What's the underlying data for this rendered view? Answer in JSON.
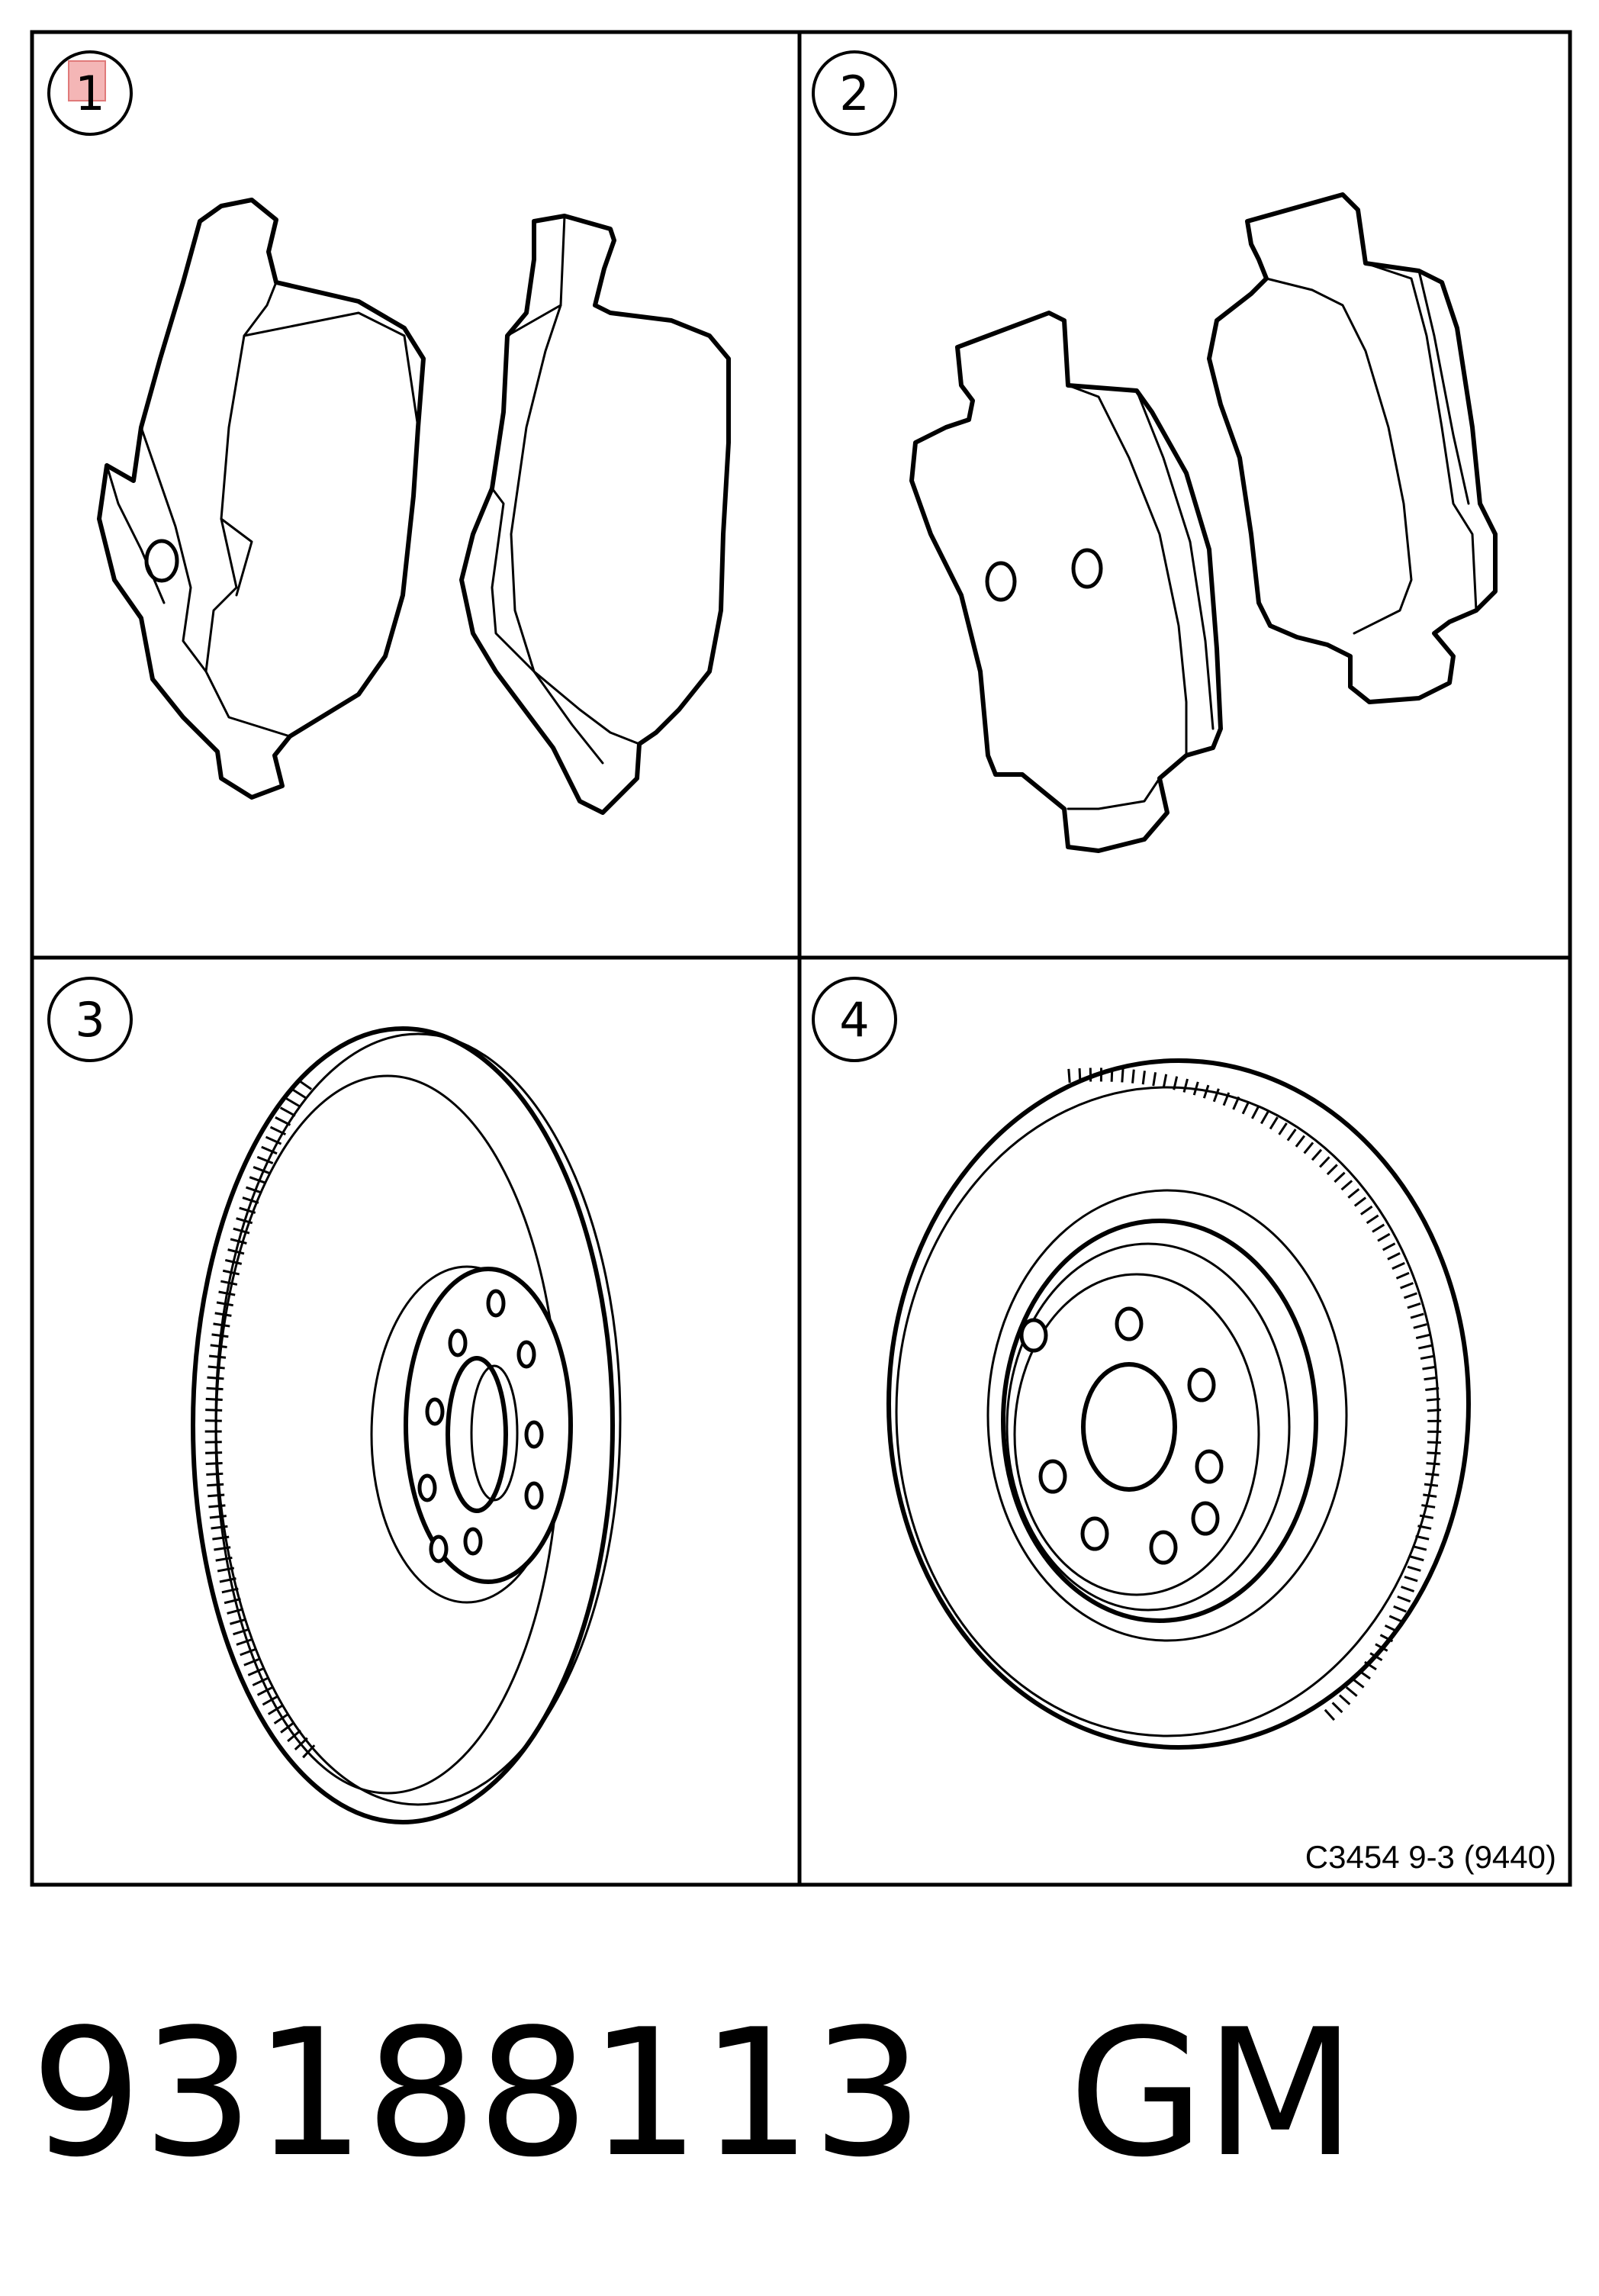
{
  "diagram": {
    "callouts": [
      {
        "number": "1",
        "subject": "front-brake-pads"
      },
      {
        "number": "2",
        "subject": "rear-brake-pads"
      },
      {
        "number": "3",
        "subject": "front-brake-disc"
      },
      {
        "number": "4",
        "subject": "rear-brake-disc"
      }
    ],
    "reference_code": "C3454 9-3 (9440)",
    "colors": {
      "line": "#000000",
      "background": "#ffffff",
      "highlight": "#f4b6b6"
    }
  },
  "footer": {
    "part_number": "93188113",
    "brand": "GM"
  }
}
